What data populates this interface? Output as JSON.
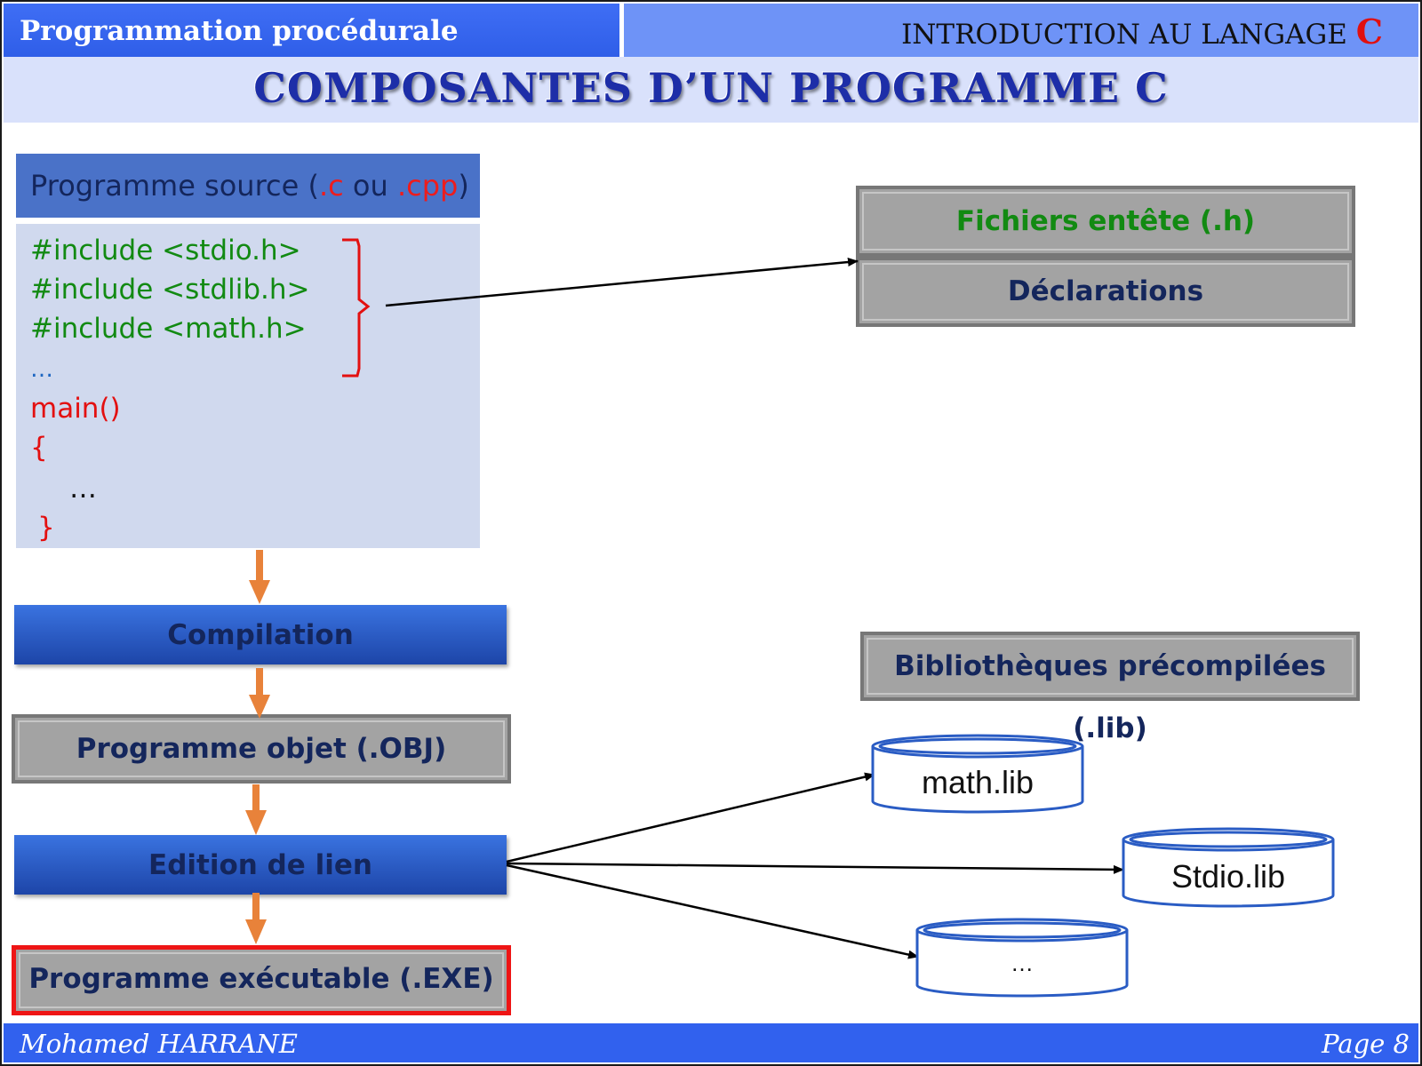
{
  "header": {
    "left_title": "Programmation procédurale",
    "right_title": "INTRODUCTION AU LANGAGE ",
    "right_title_c": "C"
  },
  "slide_title": "COMPOSANTES D’UN PROGRAMME C",
  "source": {
    "head_prefix": "Programme source (",
    "ext_c": ".c",
    "head_or": " ou ",
    "ext_cpp": ".cpp",
    "head_suffix": ")",
    "includes": [
      "#include <stdio.h>",
      "#include <stdlib.h>",
      "#include <math.h>"
    ],
    "ellipsis": "…",
    "main": "main()",
    "open_brace": "{",
    "body_dots": "…",
    "close_brace": "}"
  },
  "right_panel": {
    "headers_label": "Fichiers entête (.h)",
    "declarations_label": "Déclarations",
    "libs_label": "Bibliothèques précompilées (.lib)"
  },
  "pipeline": {
    "compilation": "Compilation",
    "object": "Programme objet (.OBJ)",
    "link": "Edition de lien",
    "exe": "Programme exécutable (.EXE)"
  },
  "libraries": [
    "math.lib",
    "Stdio.lib",
    "…"
  ],
  "colors": {
    "arrow_orange": "#e8823a",
    "cylinder_stroke": "#2a5cc4",
    "header_green": "#128a12"
  },
  "footer": {
    "author": "Mohamed HARRANE",
    "page": "Page 8"
  }
}
